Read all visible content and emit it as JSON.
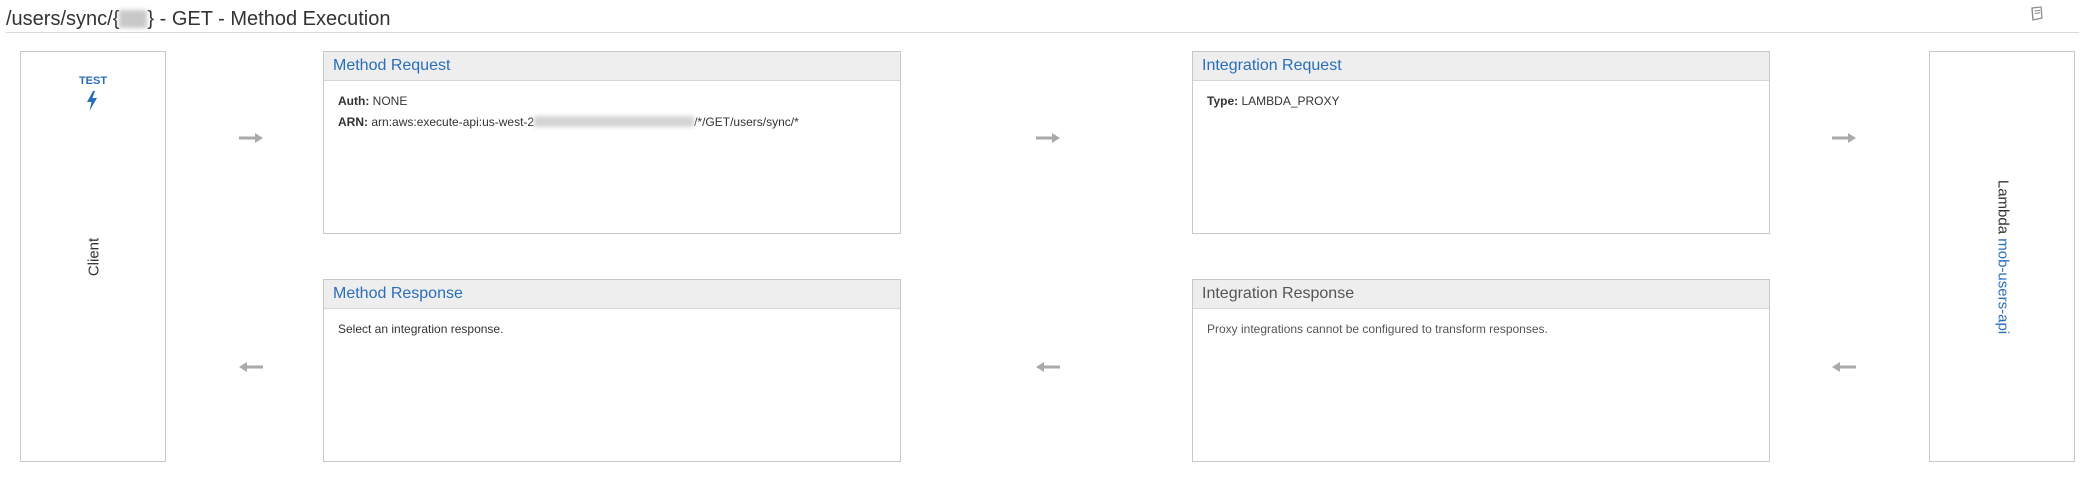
{
  "header": {
    "title_prefix": "/users/sync/{",
    "title_suffix": "} - GET - Method Execution",
    "doc_icon": "book-icon"
  },
  "client": {
    "test_label": "TEST",
    "test_icon": "lightning-bolt-icon",
    "label": "Client"
  },
  "method_request": {
    "title": "Method Request",
    "auth_key": "Auth:",
    "auth_value": "NONE",
    "arn_key": "ARN:",
    "arn_prefix": "arn:aws:execute-api:us-west-2",
    "arn_suffix": "/*/GET/users/sync/*"
  },
  "integration_request": {
    "title": "Integration Request",
    "type_key": "Type:",
    "type_value": "LAMBDA_PROXY"
  },
  "method_response": {
    "title": "Method Response",
    "body": "Select an integration response."
  },
  "integration_response": {
    "title": "Integration Response",
    "body": "Proxy integrations cannot be configured to transform responses."
  },
  "lambda": {
    "prefix": "Lambda",
    "function_name": "mob-users-api"
  },
  "colors": {
    "link": "#2a6ebb",
    "arrow": "#aaaaaa",
    "header_bg": "#eeeeee",
    "border": "#c8c8c8"
  }
}
